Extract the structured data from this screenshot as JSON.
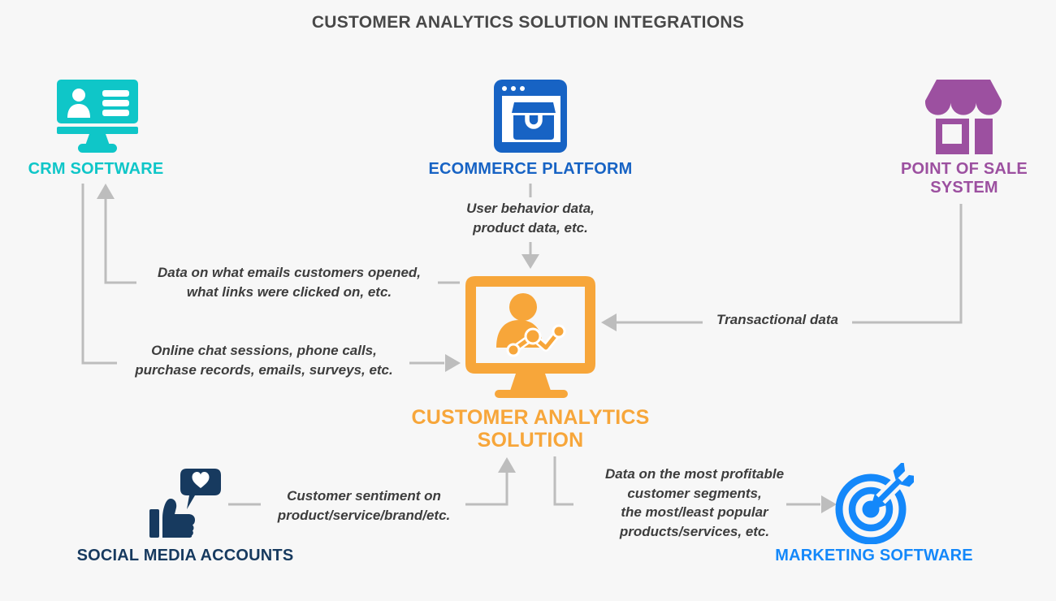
{
  "title": "CUSTOMER ANALYTICS SOLUTION INTEGRATIONS",
  "colors": {
    "background": "#f7f7f7",
    "title": "#484848",
    "annotation": "#3d3d3d",
    "connector": "#bdbdbd",
    "crm": "#0fc6c8",
    "ecommerce": "#1763c4",
    "pos": "#9c50a0",
    "analytics": "#f7a63a",
    "social": "#173a5f",
    "marketing": "#1488fa"
  },
  "nodes": {
    "crm": {
      "label": "CRM SOFTWARE",
      "icon": "crm-monitor-icon",
      "color": "#0fc6c8"
    },
    "ecommerce": {
      "label": "ECOMMERCE PLATFORM",
      "icon": "ecommerce-browser-icon",
      "color": "#1763c4"
    },
    "pos": {
      "label": "POINT OF SALE\nSYSTEM",
      "icon": "storefront-icon",
      "color": "#9c50a0"
    },
    "analytics": {
      "label": "CUSTOMER ANALYTICS\nSOLUTION",
      "icon": "analytics-monitor-icon",
      "color": "#f7a63a"
    },
    "social": {
      "label": "SOCIAL MEDIA ACCOUNTS",
      "icon": "thumbs-up-social-icon",
      "color": "#173a5f"
    },
    "marketing": {
      "label": "MARKETING SOFTWARE",
      "icon": "target-arrow-icon",
      "color": "#1488fa"
    }
  },
  "edges": [
    {
      "from": "ecommerce",
      "to": "analytics",
      "label": "User behavior data,\nproduct data, etc."
    },
    {
      "from": "analytics",
      "to": "crm",
      "label": "Data on what emails customers opened,\nwhat links were clicked on, etc."
    },
    {
      "from": "crm",
      "to": "analytics",
      "label": "Online chat sessions, phone calls,\npurchase records, emails, surveys, etc."
    },
    {
      "from": "pos",
      "to": "analytics",
      "label": "Transactional data"
    },
    {
      "from": "social",
      "to": "analytics",
      "label": "Customer sentiment on\nproduct/service/brand/etc."
    },
    {
      "from": "analytics",
      "to": "marketing",
      "label": "Data on the most profitable\ncustomer segments,\nthe most/least popular\nproducts/services, etc."
    }
  ]
}
